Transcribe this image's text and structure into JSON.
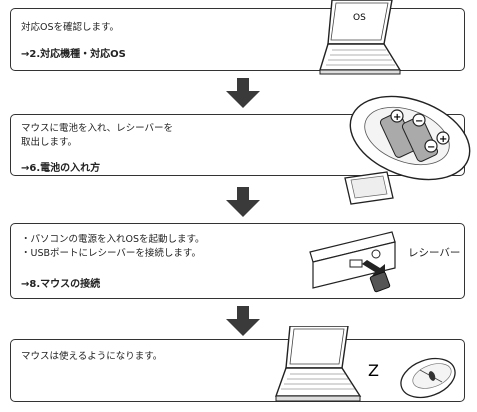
{
  "steps": [
    {
      "lines": [
        "対応OSを確認します。"
      ],
      "ref": "→2.対応機種・対応OS"
    },
    {
      "lines": [
        "マウスに電池を入れ、レシーバーを",
        "取出します。"
      ],
      "ref": "→6.電池の入れ方"
    },
    {
      "lines": [
        "・パソコンの電源を入れOSを起動します。",
        "・USBポートにレシーバーを接続します。"
      ],
      "ref": "→8.マウスの接続"
    },
    {
      "lines": [
        "マウスは使えるようになります。"
      ]
    }
  ],
  "illustrations": {
    "laptop_screen_text": "OS",
    "receiver_label": "レシーバー",
    "sleep_text": "Z"
  },
  "colors": {
    "arrow": "#3a3a3a",
    "border": "#333333"
  }
}
